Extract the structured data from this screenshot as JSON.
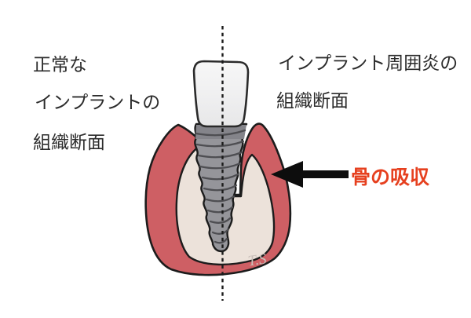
{
  "figure": {
    "caption_left": {
      "lines": [
        "正常な",
        "インプラントの",
        "組織断面"
      ]
    },
    "caption_right": {
      "lines": [
        "インプラント周囲炎の",
        "組織断面"
      ]
    },
    "annotation": {
      "label": "骨の吸収"
    },
    "signature": "T.S",
    "colors": {
      "gum_tissue": "#ce5f64",
      "bone": "#ece2da",
      "implant_body": "#95959a",
      "implant_collar": "#84848a",
      "thread_line": "#4e4e52",
      "crown_light": "#f7f7f7",
      "crown_dark": "#e7e7e8",
      "outline": "#1c1c1c",
      "arrow": "#0d0d0d",
      "caption_text": "#2b2b2b",
      "annotation_text": "#e6401f",
      "background": "#ffffff"
    }
  }
}
